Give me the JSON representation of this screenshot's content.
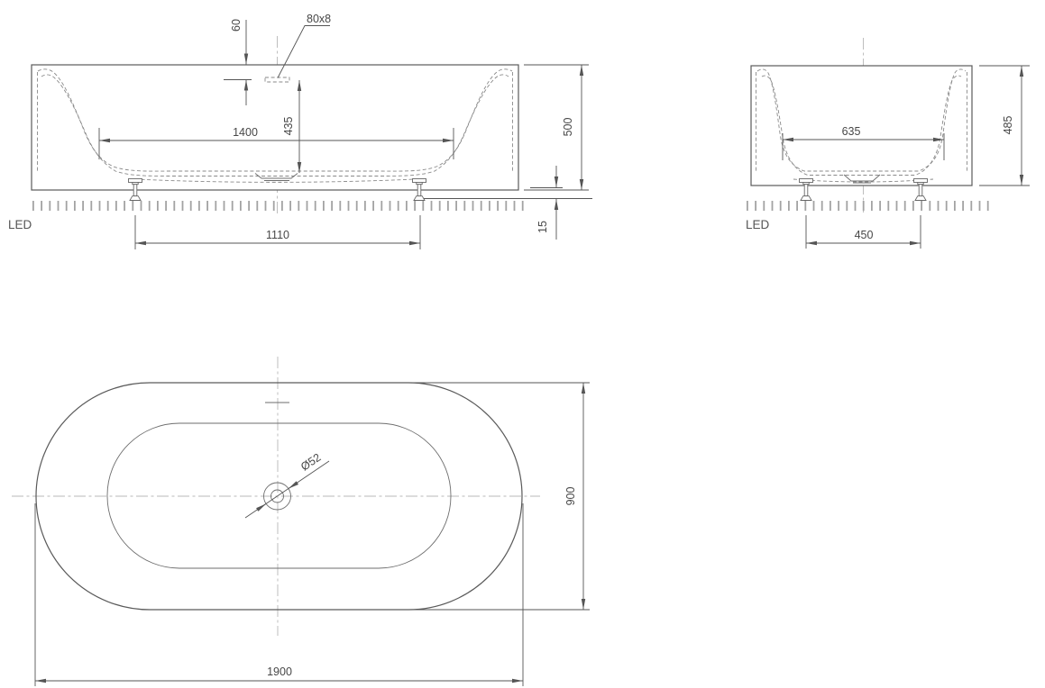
{
  "front": {
    "overflow_slot": "80x8",
    "overflow_offset": "60",
    "inner_depth": "435",
    "inner_length": "1400",
    "overall_height": "500",
    "foot_height": "15",
    "foot_spacing": "1110",
    "led": "LED"
  },
  "side": {
    "inner_width": "635",
    "overall_height": "485",
    "foot_spacing": "450",
    "led": "LED"
  },
  "plan": {
    "drain_diameter": "Ø52",
    "overall_length": "1900",
    "overall_width": "900"
  },
  "colors": {
    "outline": "#5a5a5a",
    "hidden_line": "#8a8a8a",
    "centerline": "#b8b8b8",
    "dimension": "#555555",
    "led_strip": "#a3a3a3",
    "background": "#ffffff"
  }
}
